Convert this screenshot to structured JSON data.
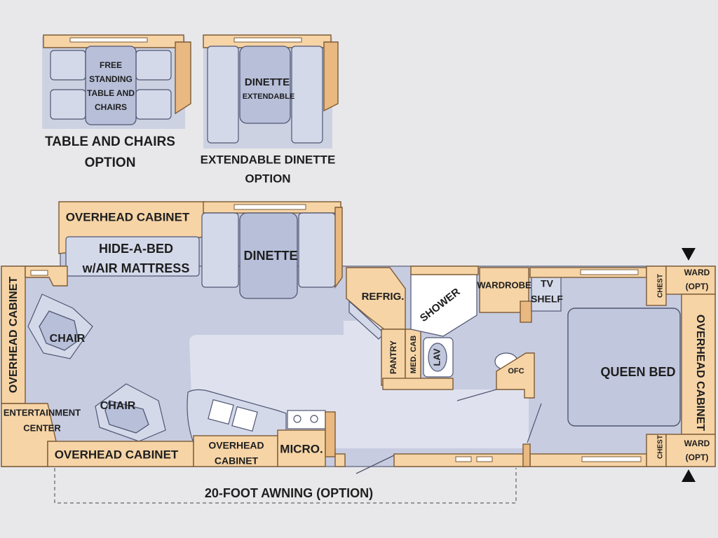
{
  "options": {
    "table_chairs_inner": [
      "FREE",
      "STANDING",
      "TABLE AND",
      "CHAIRS"
    ],
    "table_chairs_caption": [
      "TABLE AND CHAIRS",
      "OPTION"
    ],
    "dinette_inner": [
      "DINETTE",
      "EXTENDABLE"
    ],
    "dinette_caption": [
      "EXTENDABLE DINETTE",
      "OPTION"
    ]
  },
  "labels": {
    "overhead_cabinet_top": "OVERHEAD CABINET",
    "hide_a_bed": [
      "HIDE-A-BED",
      "w/AIR MATTRESS"
    ],
    "dinette": "DINETTE",
    "overhead_cabinet_left": "OVERHEAD CABINET",
    "chair_1": "CHAIR",
    "chair_2": "CHAIR",
    "entertainment_center": [
      "ENTERTAINMENT",
      "CENTER"
    ],
    "overhead_cabinet_bottom": "OVERHEAD CABINET",
    "overhead_cabinet_small": [
      "OVERHEAD",
      "CABINET"
    ],
    "micro": "MICRO.",
    "refrig": "REFRIG.",
    "pantry": "PANTRY",
    "med_cab": "MED. CAB",
    "lav": "LAV",
    "shower": "SHOWER",
    "wardrobe": "WARDROBE",
    "tv_shelf": [
      "TV",
      "SHELF"
    ],
    "ofc": "OFC",
    "chest_top": "CHEST",
    "chest_bottom": "CHEST",
    "ward_top": [
      "WARD",
      "(OPT)"
    ],
    "ward_bottom": [
      "WARD",
      "(OPT)"
    ],
    "overhead_cabinet_right": "OVERHEAD CABINET",
    "queen_bed": "QUEEN BED",
    "awning": "20-FOOT AWNING (OPTION)"
  },
  "colors": {
    "background": "#e8e8ea",
    "cabinet": "#f6d4a6",
    "floor": "#c7cce0",
    "furniture": "#b7bfd9"
  }
}
